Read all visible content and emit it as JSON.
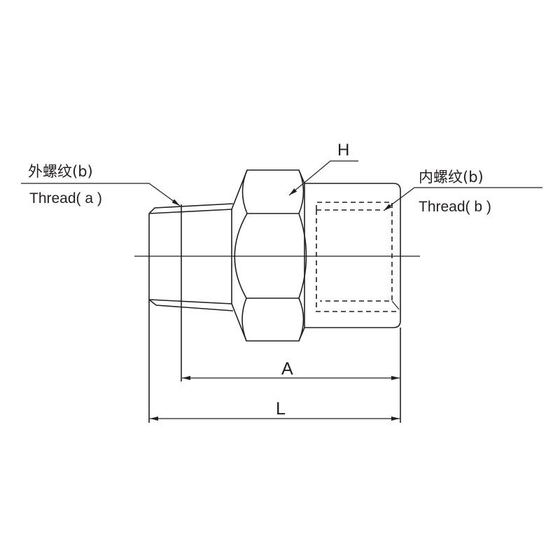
{
  "labels": {
    "male_thread_cn": "外螺纹(b)",
    "male_thread_en": "Thread( a )",
    "female_thread_cn": "内螺纹(b)",
    "female_thread_en": "Thread( b )",
    "hex": "H",
    "dim_a": "A",
    "dim_l": "L"
  },
  "colors": {
    "ink": "#231f20",
    "background": "#ffffff"
  }
}
